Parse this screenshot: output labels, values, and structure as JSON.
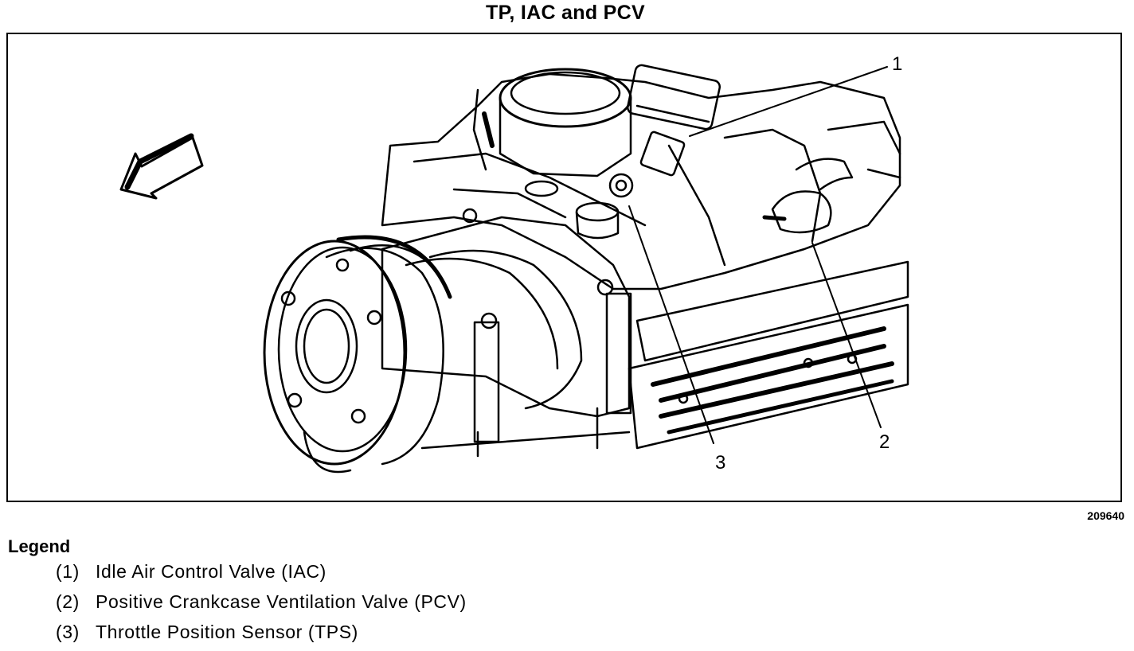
{
  "title": "TP, IAC and PCV",
  "figure_id": "209640",
  "callouts": [
    {
      "number": "1"
    },
    {
      "number": "2"
    },
    {
      "number": "3"
    }
  ],
  "legend": {
    "heading": "Legend",
    "items": [
      {
        "number": "(1)",
        "label": "Idle Air Control Valve (IAC)"
      },
      {
        "number": "(2)",
        "label": "Positive Crankcase Ventilation Valve (PCV)"
      },
      {
        "number": "(3)",
        "label": "Throttle Position Sensor (TPS)"
      }
    ]
  }
}
